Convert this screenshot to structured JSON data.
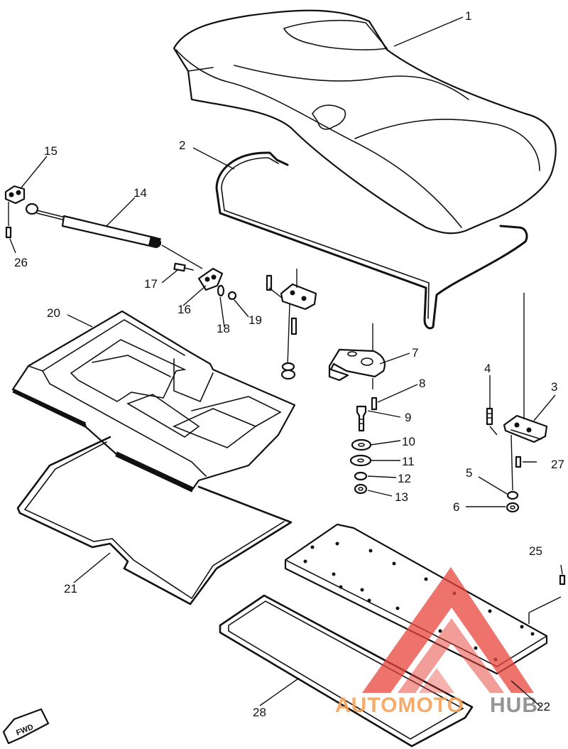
{
  "callouts": [
    "1",
    "2",
    "3",
    "4",
    "5",
    "6",
    "7",
    "8",
    "9",
    "10",
    "11",
    "12",
    "13",
    "14",
    "15",
    "16",
    "17",
    "18",
    "19",
    "20",
    "21",
    "22",
    "25",
    "26",
    "27",
    "28"
  ],
  "watermark": {
    "text_main": "AUTOMOTO",
    "text_suffix": "HUB",
    "color_main": "#f5a25a",
    "color_suffix": "#8a8a8a",
    "color_logo": "#e8453c"
  },
  "direction_badge": {
    "text": "FWD"
  }
}
